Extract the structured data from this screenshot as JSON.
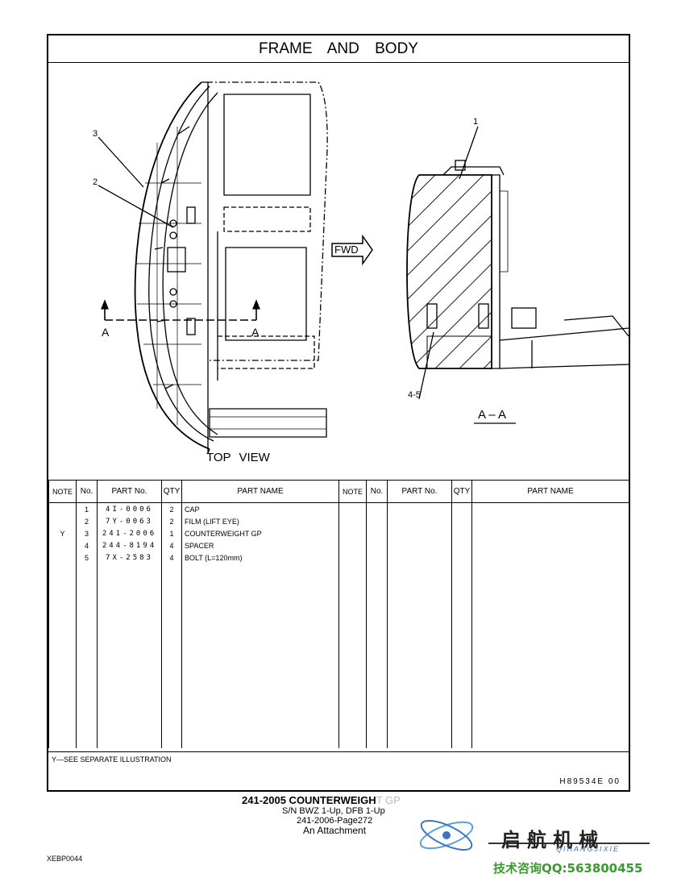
{
  "header": {
    "title": "FRAME AND BODY"
  },
  "illustration": {
    "top_view_label": "TOP VIEW",
    "section_label": "A – A",
    "fwd_label": "FWD",
    "section_marker": "A",
    "callouts": [
      "1",
      "2",
      "3",
      "4-5"
    ]
  },
  "table": {
    "headers": [
      "NOTE",
      "No.",
      "PART No.",
      "QTY",
      "PART NAME",
      "NOTE",
      "No.",
      "PART No.",
      "QTY",
      "PART NAME"
    ],
    "rows": [
      {
        "note": "",
        "no": "1",
        "part_no": "4I-0006",
        "qty": "2",
        "name": "CAP"
      },
      {
        "note": "",
        "no": "2",
        "part_no": "7Y-0063",
        "qty": "2",
        "name": "FILM (LIFT EYE)"
      },
      {
        "note": "Y",
        "no": "3",
        "part_no": "241-2006",
        "qty": "1",
        "name": "COUNTERWEIGHT GP"
      },
      {
        "note": "",
        "no": "4",
        "part_no": "244-8194",
        "qty": "4",
        "name": "SPACER"
      },
      {
        "note": "",
        "no": "5",
        "part_no": "7X-2583",
        "qty": "4",
        "name": "BOLT (L=120mm)"
      }
    ]
  },
  "footnote": {
    "note": "Y—SEE SEPARATE ILLUSTRATION",
    "code": "H89534E  00"
  },
  "caption": {
    "line1_main": "241-2005  COUNTERWEIGH",
    "line1_faded": "T GP",
    "line2": "S/N BWZ 1-Up, DFB 1-Up",
    "line3": "241-2006-Page272",
    "line4": "An Attachment"
  },
  "doc_code": "XEBP0044",
  "watermark": {
    "brand": "启航机械",
    "brand_sub": "QIHANGJIXIE",
    "contact": "技术咨询QQ:563800455"
  }
}
